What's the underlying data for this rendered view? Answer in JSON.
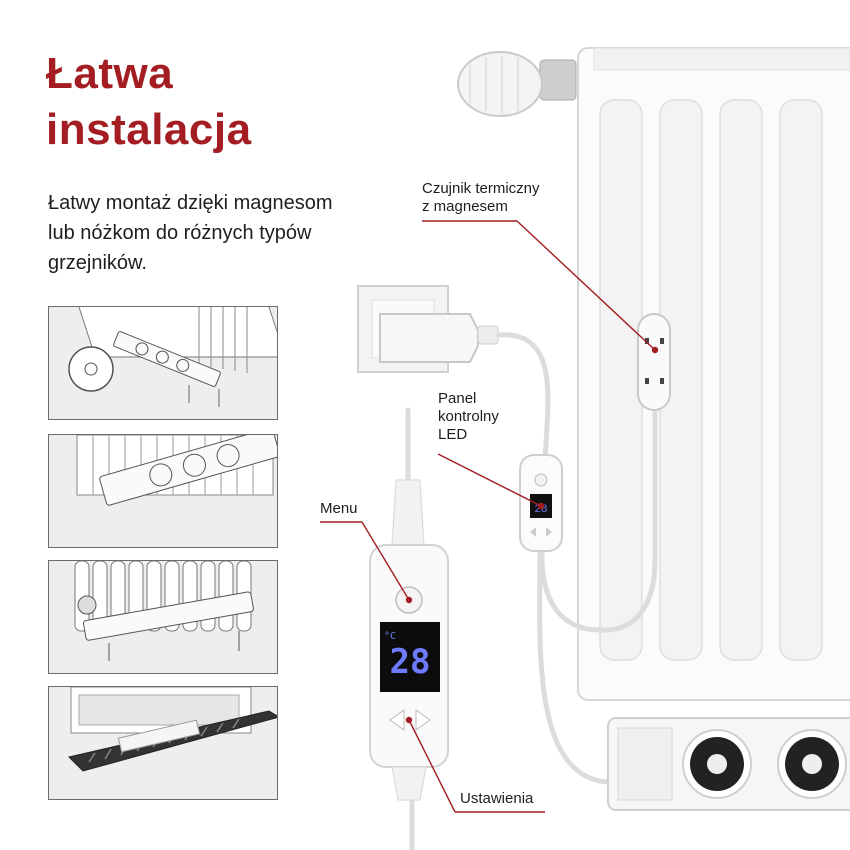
{
  "title": {
    "line1": "Łatwa",
    "line2": "instalacja"
  },
  "description": "Łatwy montaż dzięki magnesom\nlub nóżkom do różnych typów\ngrzejników.",
  "callouts": {
    "sensor": "Czujnik termiczny\nz magnesem",
    "panel": "Panel\nkontrolny\nLED",
    "menu": "Menu",
    "settings": "Ustawienia"
  },
  "display": {
    "value": "28",
    "unit": "°C"
  },
  "colors": {
    "title": "#a31d22",
    "leader": "#a31d22",
    "text": "#1e1e1e",
    "display_digits": "#6f7bff"
  }
}
